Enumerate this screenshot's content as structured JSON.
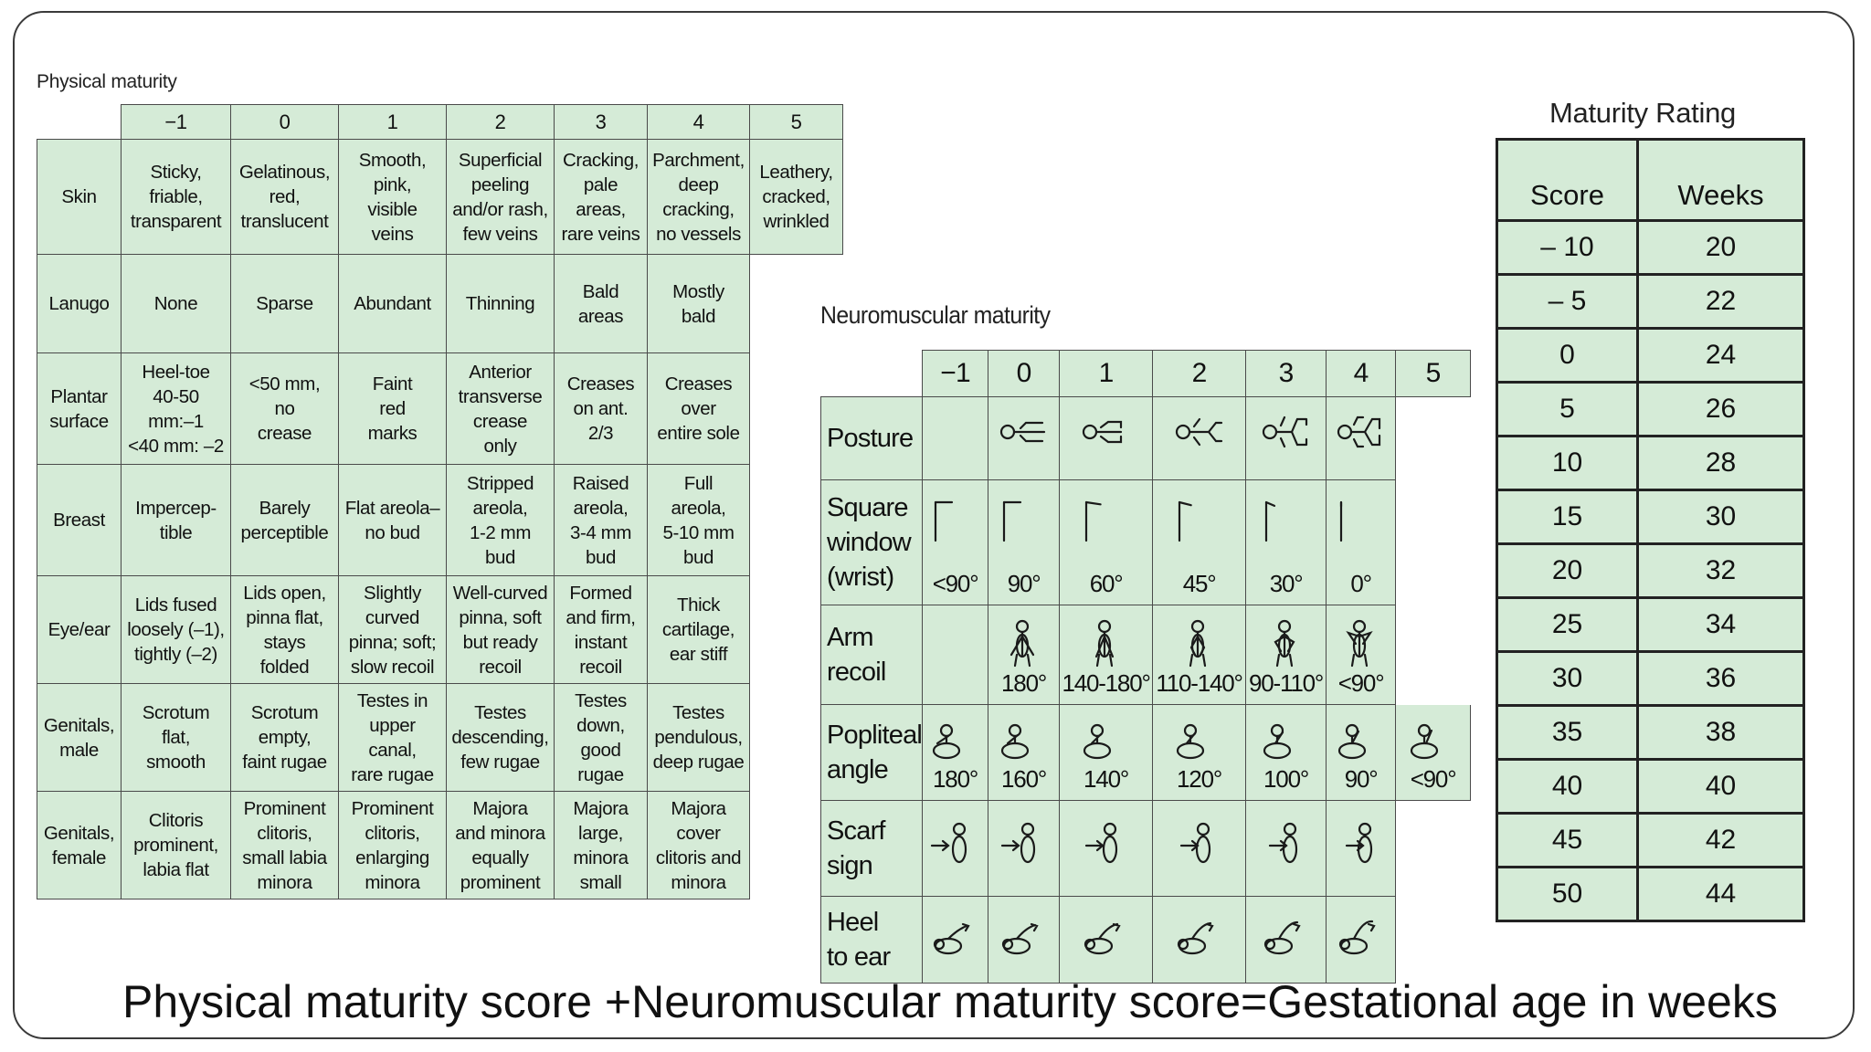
{
  "physical": {
    "title": "Physical maturity",
    "scores": [
      "−1",
      "0",
      "1",
      "2",
      "3",
      "4",
      "5"
    ],
    "rows": [
      {
        "label": "Skin",
        "cells": [
          "Sticky,\nfriable,\ntransparent",
          "Gelatinous,\nred,\ntranslucent",
          "Smooth,\npink,\nvisible\nveins",
          "Superficial\npeeling\nand/or rash,\nfew veins",
          "Cracking,\npale\nareas,\nrare veins",
          "Parchment,\ndeep\ncracking,\nno vessels",
          "Leathery,\ncracked,\nwrinkled"
        ]
      },
      {
        "label": "Lanugo",
        "cells": [
          "None",
          "Sparse",
          "Abundant",
          "Thinning",
          "Bald\nareas",
          "Mostly\nbald"
        ]
      },
      {
        "label": "Plantar\nsurface",
        "cells": [
          "Heel-toe\n40-50\nmm:–1\n<40 mm: –2",
          "<50 mm,\nno\ncrease",
          "Faint\nred\nmarks",
          "Anterior\ntransverse\ncrease\nonly",
          "Creases\non ant.\n2/3",
          "Creases\nover\nentire sole"
        ]
      },
      {
        "label": "Breast",
        "cells": [
          "Impercep-\ntible",
          "Barely\nperceptible",
          "Flat areola–\nno bud",
          "Stripped\nareola,\n1-2 mm\nbud",
          "Raised\nareola,\n3-4 mm\nbud",
          "Full\nareola,\n5-10 mm\nbud"
        ]
      },
      {
        "label": "Eye/ear",
        "cells": [
          "Lids fused\nloosely (–1),\ntightly (–2)",
          "Lids open,\npinna flat,\nstays\nfolded",
          "Slightly\ncurved\npinna; soft;\nslow recoil",
          "Well-curved\npinna, soft\nbut ready\nrecoil",
          "Formed\nand firm,\ninstant\nrecoil",
          "Thick\ncartilage,\near stiff"
        ]
      },
      {
        "label": "Genitals,\nmale",
        "cells": [
          "Scrotum\nflat,\nsmooth",
          "Scrotum\nempty,\nfaint rugae",
          "Testes in\nupper\ncanal,\nrare rugae",
          "Testes\ndescending,\nfew rugae",
          "Testes\ndown,\ngood\nrugae",
          "Testes\npendulous,\ndeep rugae"
        ]
      },
      {
        "label": "Genitals,\nfemale",
        "cells": [
          "Clitoris\nprominent,\nlabia flat",
          "Prominent\nclitoris,\nsmall labia\nminora",
          "Prominent\nclitoris,\nenlarging\nminora",
          "Majora\nand minora\nequally\nprominent",
          "Majora\nlarge,\nminora\nsmall",
          "Majora\ncover\nclitoris and\nminora"
        ]
      }
    ]
  },
  "neuromuscular": {
    "title": "Neuromuscular maturity",
    "scores": [
      "−1",
      "0",
      "1",
      "2",
      "3",
      "4",
      "5"
    ],
    "rows": [
      {
        "label": "Posture",
        "icons": [
          "",
          "posture-0",
          "posture-1",
          "posture-2",
          "posture-3",
          "posture-4"
        ],
        "degrees": []
      },
      {
        "label": "Square\nwindow\n(wrist)",
        "icons": [
          "square-window",
          "square-window",
          "square-window",
          "square-window",
          "square-window",
          "square-window"
        ],
        "degrees": [
          "<90°",
          "90°",
          "60°",
          "45°",
          "30°",
          "0°"
        ]
      },
      {
        "label": "Arm\nrecoil",
        "icons": [
          "",
          "arm-recoil",
          "arm-recoil",
          "arm-recoil",
          "arm-recoil",
          "arm-recoil"
        ],
        "degrees": [
          "",
          "180°",
          "140-180°",
          "110-140°",
          "90-110°",
          "<90°"
        ]
      },
      {
        "label": "Popliteal\nangle",
        "icons": [
          "popliteal",
          "popliteal",
          "popliteal",
          "popliteal",
          "popliteal",
          "popliteal",
          "popliteal"
        ],
        "degrees": [
          "180°",
          "160°",
          "140°",
          "120°",
          "100°",
          "90°",
          "<90°"
        ]
      },
      {
        "label": "Scarf\nsign",
        "icons": [
          "scarf-sign",
          "scarf-sign",
          "scarf-sign",
          "scarf-sign",
          "scarf-sign",
          "scarf-sign"
        ],
        "degrees": []
      },
      {
        "label": "Heel\nto ear",
        "icons": [
          "heel-to-ear",
          "heel-to-ear",
          "heel-to-ear",
          "heel-to-ear",
          "heel-to-ear",
          "heel-to-ear"
        ],
        "degrees": []
      }
    ]
  },
  "maturity_rating": {
    "title": "Maturity Rating",
    "headers": [
      "Score",
      "Weeks"
    ],
    "rows": [
      [
        "– 10",
        "20"
      ],
      [
        "– 5",
        "22"
      ],
      [
        "0",
        "24"
      ],
      [
        "5",
        "26"
      ],
      [
        "10",
        "28"
      ],
      [
        "15",
        "30"
      ],
      [
        "20",
        "32"
      ],
      [
        "25",
        "34"
      ],
      [
        "30",
        "36"
      ],
      [
        "35",
        "38"
      ],
      [
        "40",
        "40"
      ],
      [
        "45",
        "42"
      ],
      [
        "50",
        "44"
      ]
    ]
  },
  "formula": "Physical maturity score +Neuromuscular maturity score=Gestational age in weeks",
  "colors": {
    "cell_fill": "#d5ebd7",
    "border": "#4a4a4a",
    "text": "#111111"
  }
}
